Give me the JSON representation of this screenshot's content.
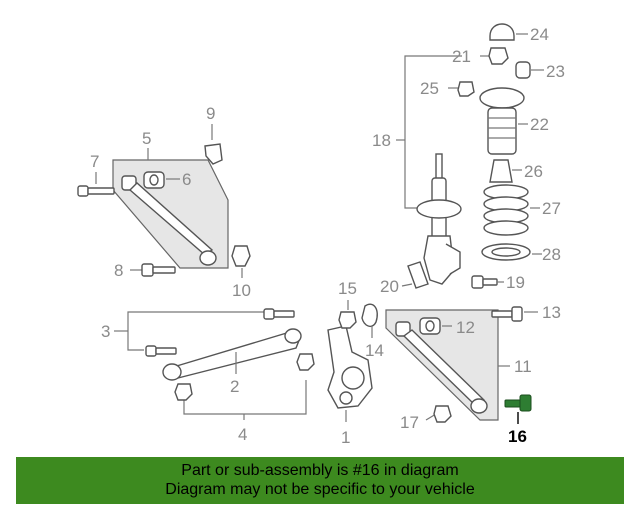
{
  "callouts": {
    "c1": "1",
    "c2": "2",
    "c3": "3",
    "c4": "4",
    "c5": "5",
    "c6": "6",
    "c7": "7",
    "c8": "8",
    "c9": "9",
    "c10": "10",
    "c11": "11",
    "c12": "12",
    "c13": "13",
    "c14": "14",
    "c15": "15",
    "c16": "16",
    "c17": "17",
    "c18": "18",
    "c19": "19",
    "c20": "20",
    "c21": "21",
    "c22": "22",
    "c23": "23",
    "c24": "24",
    "c25": "25",
    "c26": "26",
    "c27": "27",
    "c28": "28"
  },
  "highlight_part": "16",
  "colors": {
    "banner": "#3d8a1f",
    "highlight": "#2e7d32",
    "parts": "#555555",
    "labels": "#8a8a8a"
  },
  "banner": {
    "line1": "Part or sub-assembly is #16 in diagram",
    "line2": "Diagram may not be specific to your vehicle"
  }
}
